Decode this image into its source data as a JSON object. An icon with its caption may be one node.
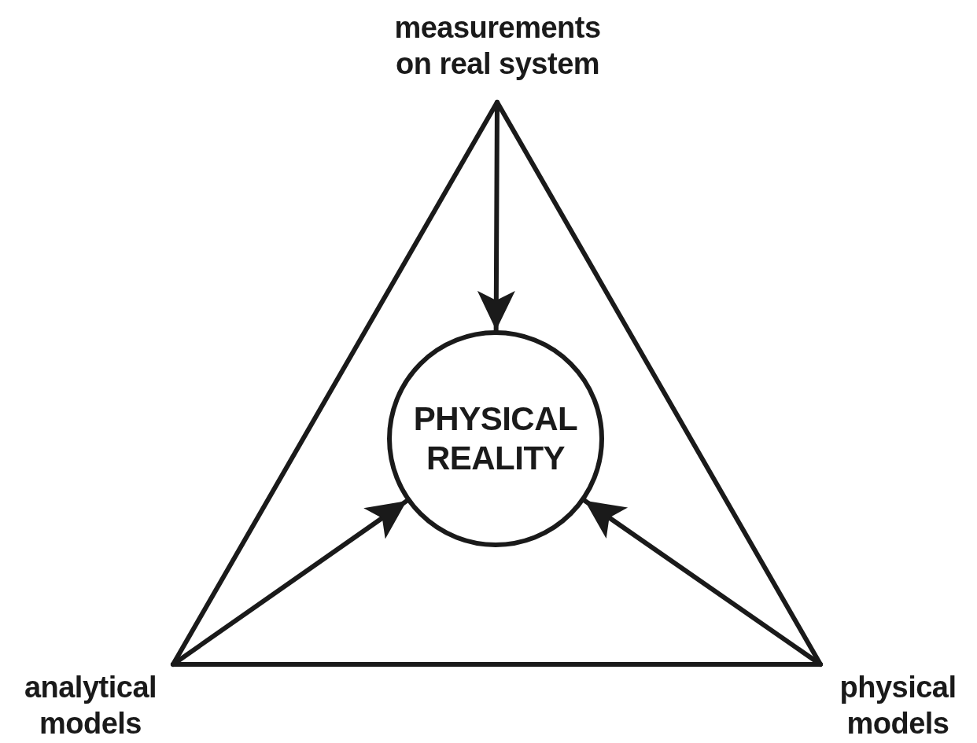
{
  "diagram": {
    "nodes": [
      {
        "text": [
          "measurements on real system"
        ]
      },
      {
        "text": [
          "PHYSICAL REALITY"
        ]
      },
      {
        "text": [
          "analytical models"
        ]
      },
      {
        "text": [
          "physical models"
        ]
      }
    ],
    "edges": [
      {
        "from": 0,
        "to": 1,
        "arrow": "to"
      },
      {
        "from": 2,
        "to": 1,
        "arrow": "to"
      },
      {
        "from": 3,
        "to": 1,
        "arrow": "to"
      },
      {
        "from": 0,
        "to": 2,
        "arrow": "none"
      },
      {
        "from": 0,
        "to": 3,
        "arrow": "none"
      },
      {
        "from": 2,
        "to": 3,
        "arrow": "none"
      }
    ]
  }
}
